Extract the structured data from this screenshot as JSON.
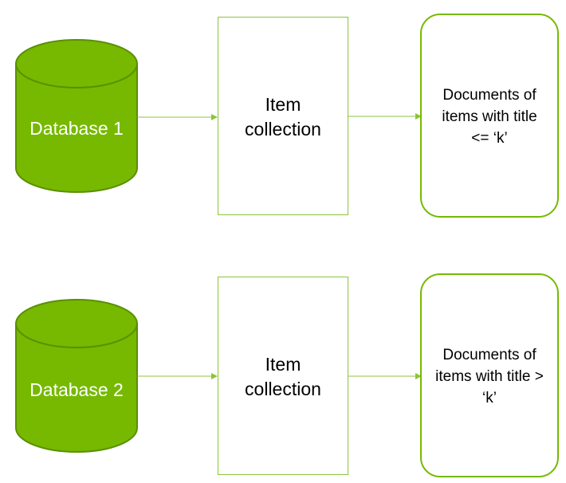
{
  "colors": {
    "accent": "#76b900",
    "accent_dark": "#5b8f00",
    "outline": "#8cc43c"
  },
  "rows": [
    {
      "database": {
        "label": "Database 1",
        "icon": "database-cylinder-icon"
      },
      "collection": {
        "label": "Item collection"
      },
      "documents": {
        "label": "Documents of items with title <= ‘k’"
      }
    },
    {
      "database": {
        "label": "Database 2",
        "icon": "database-cylinder-icon"
      },
      "collection": {
        "label": "Item collection"
      },
      "documents": {
        "label": "Documents of items with title > ‘k’"
      }
    }
  ]
}
